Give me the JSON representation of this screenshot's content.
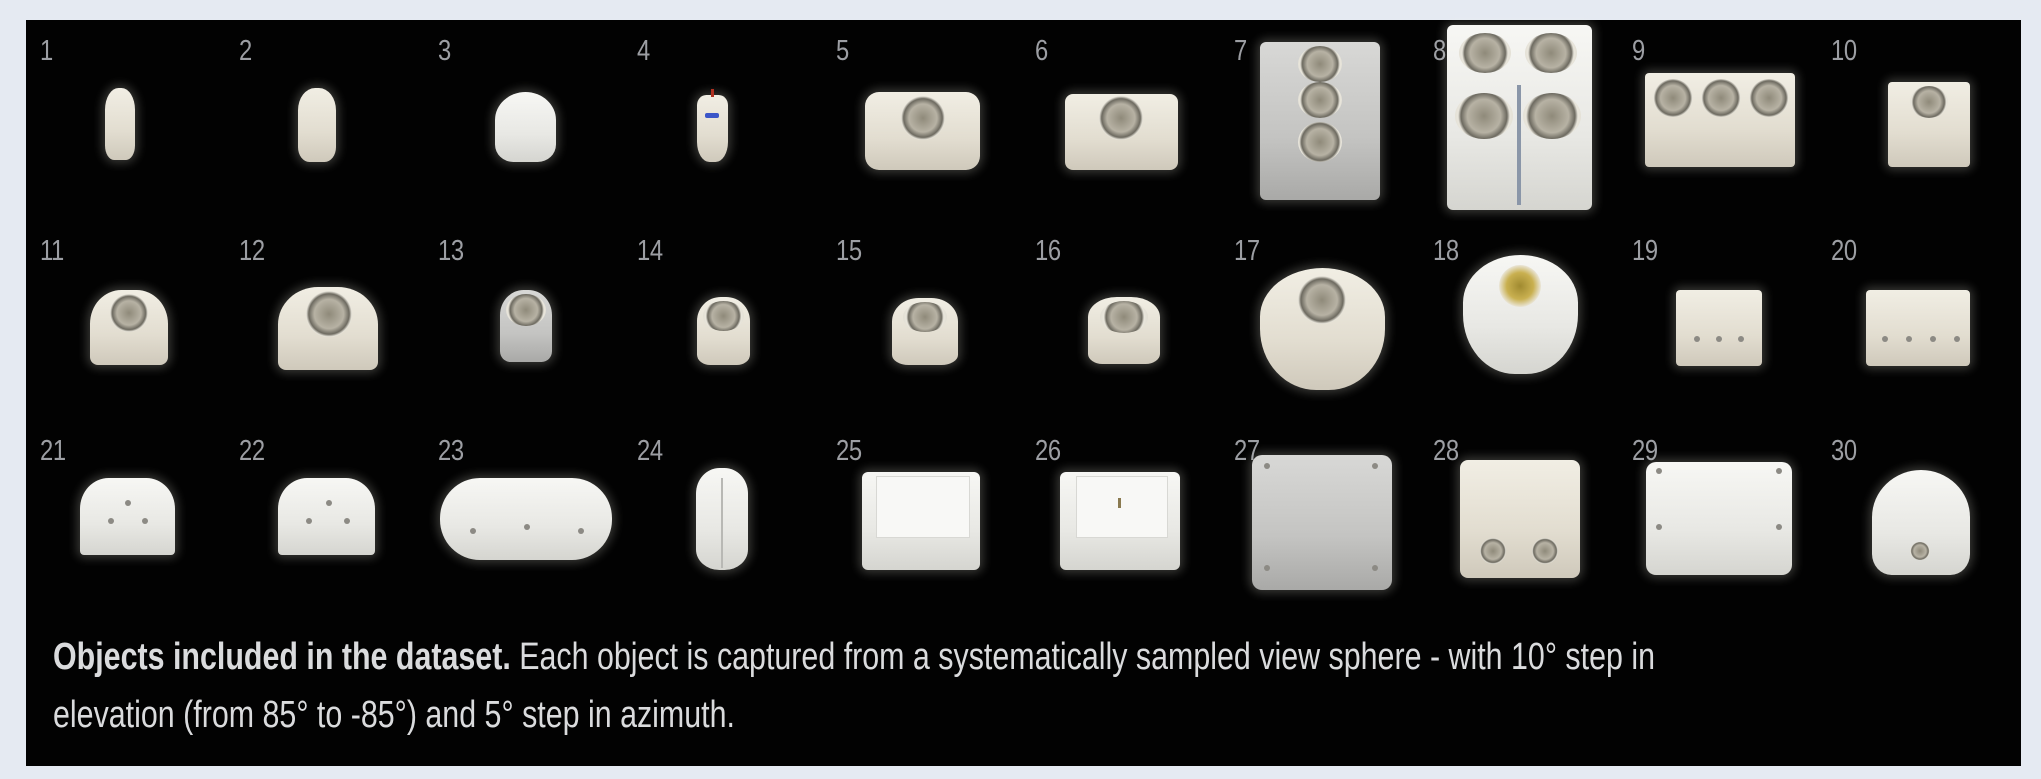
{
  "figure": {
    "background_color": "#e5eaf2",
    "panel_color": "#020202",
    "label_color": "#9c9ea3",
    "objects": [
      {
        "id": "1",
        "label": "1"
      },
      {
        "id": "2",
        "label": "2"
      },
      {
        "id": "3",
        "label": "3"
      },
      {
        "id": "4",
        "label": "4"
      },
      {
        "id": "5",
        "label": "5"
      },
      {
        "id": "6",
        "label": "6"
      },
      {
        "id": "7",
        "label": "7"
      },
      {
        "id": "8",
        "label": "8"
      },
      {
        "id": "9",
        "label": "9"
      },
      {
        "id": "10",
        "label": "10"
      },
      {
        "id": "11",
        "label": "11"
      },
      {
        "id": "12",
        "label": "12"
      },
      {
        "id": "13",
        "label": "13"
      },
      {
        "id": "14",
        "label": "14"
      },
      {
        "id": "15",
        "label": "15"
      },
      {
        "id": "16",
        "label": "16"
      },
      {
        "id": "17",
        "label": "17"
      },
      {
        "id": "18",
        "label": "18"
      },
      {
        "id": "19",
        "label": "19"
      },
      {
        "id": "20",
        "label": "20"
      },
      {
        "id": "21",
        "label": "21"
      },
      {
        "id": "22",
        "label": "22"
      },
      {
        "id": "23",
        "label": "23"
      },
      {
        "id": "24",
        "label": "24"
      },
      {
        "id": "25",
        "label": "25"
      },
      {
        "id": "26",
        "label": "26"
      },
      {
        "id": "27",
        "label": "27"
      },
      {
        "id": "28",
        "label": "28"
      },
      {
        "id": "29",
        "label": "29"
      },
      {
        "id": "30",
        "label": "30"
      }
    ],
    "caption": {
      "bold": "Objects included in the dataset.",
      "line1_rest": " Each object is captured from a systematically sampled view sphere - with 10° step in",
      "line2": "elevation (from 85° to -85°) and 5° step in azimuth."
    }
  }
}
